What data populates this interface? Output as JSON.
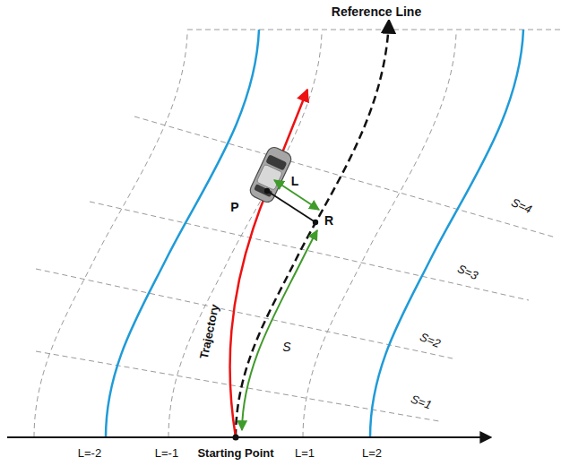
{
  "diagram": {
    "labels": [
      "Reference Line",
      "P",
      "L",
      "R",
      "S=4",
      "S=3",
      "S=2",
      "S=1",
      "Trajectory",
      "S",
      "L=-2",
      "L=-1",
      "Starting Point",
      "L=1",
      "L=2"
    ]
  }
}
